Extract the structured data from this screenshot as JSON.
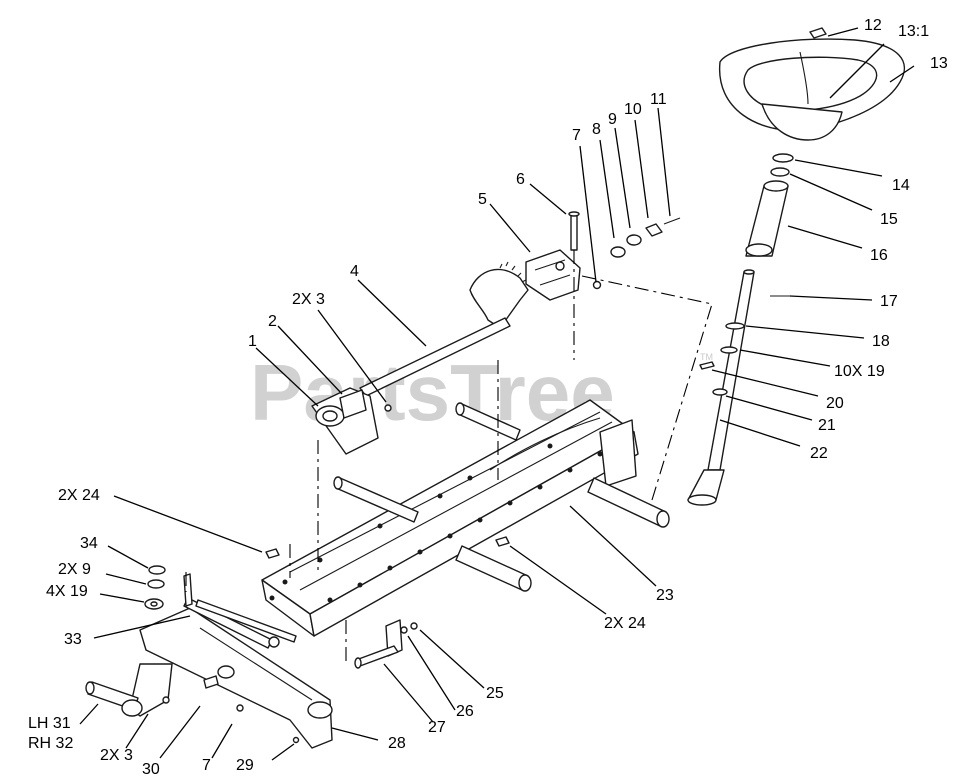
{
  "watermark": {
    "text": "PartsTree",
    "trademark": "TM"
  },
  "callouts": [
    {
      "id": "c12",
      "label": "12",
      "color": "#000000"
    },
    {
      "id": "c13r",
      "label": "13:1"
    },
    {
      "id": "c13",
      "label": "13"
    },
    {
      "id": "c14",
      "label": "14"
    },
    {
      "id": "c15",
      "label": "15"
    },
    {
      "id": "c16",
      "label": "16"
    },
    {
      "id": "c17",
      "label": "17"
    },
    {
      "id": "c18",
      "label": "18"
    },
    {
      "id": "c19",
      "label": "10X 19"
    },
    {
      "id": "c20",
      "label": "20"
    },
    {
      "id": "c21",
      "label": "21"
    },
    {
      "id": "c22",
      "label": "22"
    },
    {
      "id": "c23",
      "label": "23"
    },
    {
      "id": "c24b",
      "label": "2X 24"
    },
    {
      "id": "c25",
      "label": "25"
    },
    {
      "id": "c26",
      "label": "26"
    },
    {
      "id": "c27",
      "label": "27"
    },
    {
      "id": "c28",
      "label": "28"
    },
    {
      "id": "c29",
      "label": "29"
    },
    {
      "id": "c30",
      "label": "30"
    },
    {
      "id": "c7b",
      "label": "7"
    },
    {
      "id": "c3b",
      "label": "2X 3"
    },
    {
      "id": "c31",
      "label": "LH 31"
    },
    {
      "id": "c32",
      "label": "RH 32"
    },
    {
      "id": "c33",
      "label": "33"
    },
    {
      "id": "c19b",
      "label": "4X 19"
    },
    {
      "id": "c9b",
      "label": "2X 9"
    },
    {
      "id": "c34",
      "label": "34"
    },
    {
      "id": "c24a",
      "label": "2X 24"
    },
    {
      "id": "c1",
      "label": "1"
    },
    {
      "id": "c2",
      "label": "2"
    },
    {
      "id": "c3a",
      "label": "2X 3"
    },
    {
      "id": "c4",
      "label": "4"
    },
    {
      "id": "c5",
      "label": "5"
    },
    {
      "id": "c6",
      "label": "6"
    },
    {
      "id": "c7a",
      "label": "7"
    },
    {
      "id": "c8",
      "label": "8"
    },
    {
      "id": "c9a",
      "label": "9"
    },
    {
      "id": "c10",
      "label": "10"
    },
    {
      "id": "c11",
      "label": "11"
    }
  ]
}
